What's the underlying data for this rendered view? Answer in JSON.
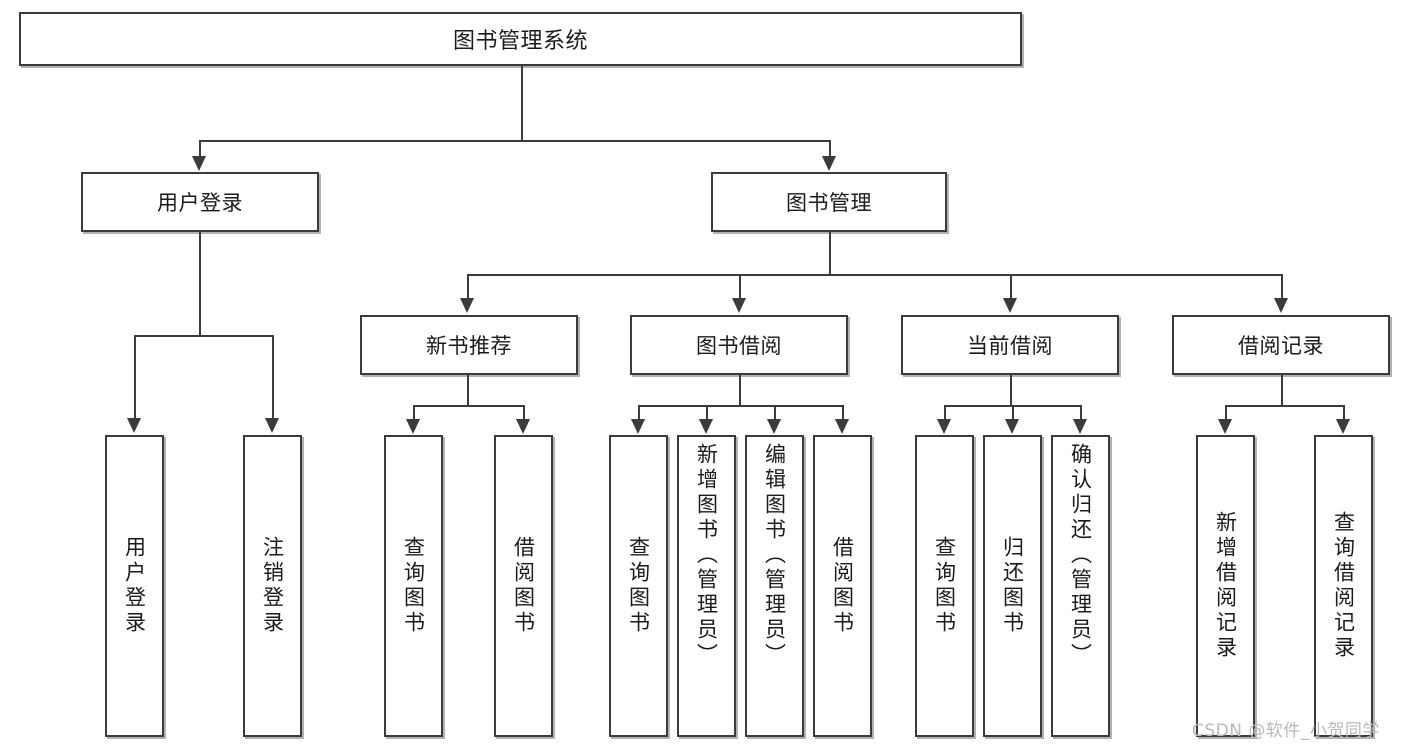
{
  "diagram": {
    "type": "tree",
    "title": "图书管理系统",
    "orientation": "top-down",
    "colors": {
      "box_border": "#3b3b3b",
      "box_fill": "#ffffff",
      "connector": "#3b3b3b",
      "text": "#1b1b1b",
      "watermark": "#b9b9b9",
      "background": "#ffffff"
    }
  },
  "root": {
    "label": "图书管理系统"
  },
  "tier2": [
    {
      "label": "用户登录"
    },
    {
      "label": "图书管理"
    }
  ],
  "tier3": [
    {
      "label": "新书推荐"
    },
    {
      "label": "图书借阅"
    },
    {
      "label": "当前借阅"
    },
    {
      "label": "借阅记录"
    }
  ],
  "leaves": {
    "user_login": [
      {
        "label": "用户登录"
      },
      {
        "label": "注销登录"
      }
    ],
    "new_book": [
      {
        "label": "查询图书"
      },
      {
        "label": "借阅图书"
      }
    ],
    "book_borrow": [
      {
        "label": "查询图书"
      },
      {
        "label": "新增图书（管理员）"
      },
      {
        "label": "编辑图书（管理员）"
      },
      {
        "label": "借阅图书"
      }
    ],
    "current_borrow": [
      {
        "label": "查询图书"
      },
      {
        "label": "归还图书"
      },
      {
        "label": "确认归还（管理员）"
      }
    ],
    "borrow_record": [
      {
        "label": "新增借阅记录"
      },
      {
        "label": "查询借阅记录"
      }
    ]
  },
  "watermark": {
    "text": "CSDN @软件_小贺同学"
  }
}
